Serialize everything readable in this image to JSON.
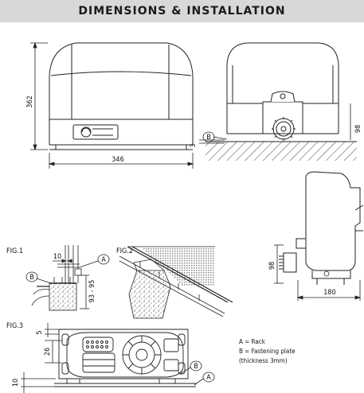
{
  "page_title": "DIMENSIONS & INSTALLATION",
  "dimensions": {
    "height": "362",
    "width_front": "346",
    "side_depth": "98",
    "base_offset": "3",
    "rack_side": "98",
    "motor_depth": "180",
    "fig1_gap": "10",
    "fig1_range": "93 - 95",
    "fig3_top": "5",
    "fig3_side": "26",
    "fig3_bottom": "10"
  },
  "figures": {
    "fig1": "FIG.1",
    "fig2": "FIG.2",
    "fig3": "FIG.3"
  },
  "markers": {
    "a": "A",
    "b": "B"
  },
  "legend": {
    "line1": "A = Rack",
    "line2": "B = Fastening plate",
    "line3": "(thickness 3mm)"
  }
}
